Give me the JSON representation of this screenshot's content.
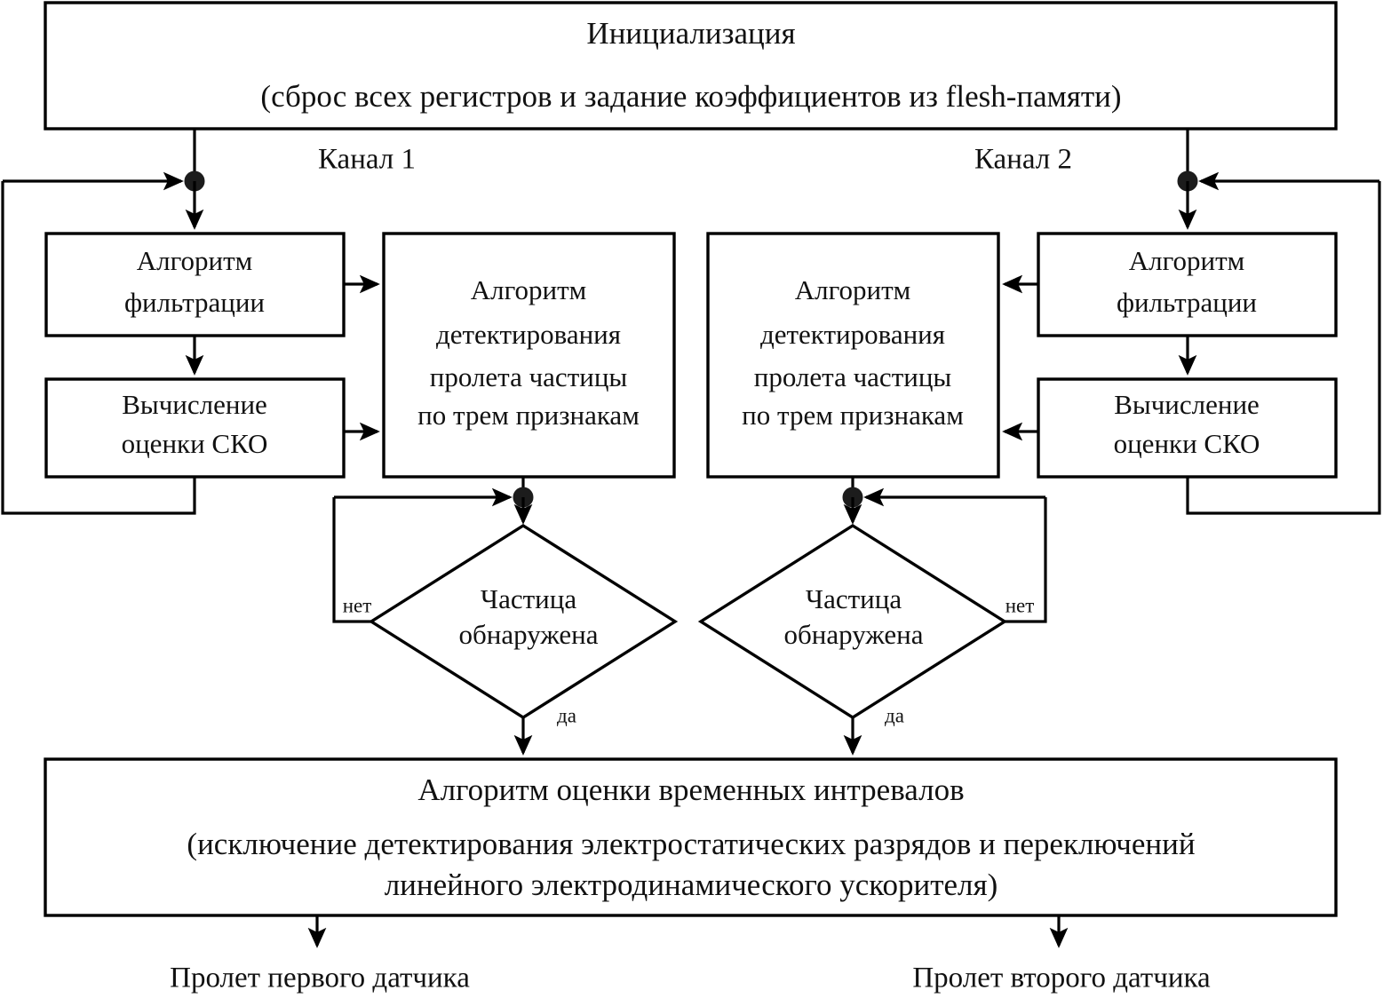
{
  "diagram": {
    "type": "flowchart",
    "title_block": {
      "line1": "Инициализация",
      "line2": "(сброс всех регистров и задание коэффициентов из flesh-памяти)"
    },
    "channels": [
      {
        "id": "channel-1",
        "label": "Канал 1"
      },
      {
        "id": "channel-2",
        "label": "Канал 2"
      }
    ],
    "channel1": {
      "filter_box": {
        "line1": "Алгоритм",
        "line2": "фильтрации"
      },
      "rms_box": {
        "line1": "Вычисление",
        "line2": "оценки СКО"
      },
      "detect_box": {
        "line1": "Алгоритм",
        "line2": "детектирования",
        "line3": "пролета частицы",
        "line4": "по трем признакам"
      },
      "decision": {
        "line1": "Частица",
        "line2": "обнаружена"
      },
      "branch_no": "нет",
      "branch_yes": "да"
    },
    "channel2": {
      "filter_box": {
        "line1": "Алгоритм",
        "line2": "фильтрации"
      },
      "rms_box": {
        "line1": "Вычисление",
        "line2": "оценки СКО"
      },
      "detect_box": {
        "line1": "Алгоритм",
        "line2": "детектирования",
        "line3": "пролета частицы",
        "line4": "по трем признакам"
      },
      "decision": {
        "line1": "Частица",
        "line2": "обнаружена"
      },
      "branch_no": "нет",
      "branch_yes": "да"
    },
    "final_block": {
      "line1": "Алгоритм оценки временных интревалов",
      "line2": "(исключение детектирования электростатических разрядов и переключений",
      "line3": "линейного электродинамического ускорителя)"
    },
    "outputs": [
      {
        "id": "output-first-sensor",
        "label": "Пролет первого датчика"
      },
      {
        "id": "output-second-sensor",
        "label": "Пролет второго датчика"
      }
    ],
    "colors": {
      "stroke": "#000000",
      "fill": "#ffffff",
      "text": "#111111",
      "junction": "#1c1c1c"
    }
  }
}
